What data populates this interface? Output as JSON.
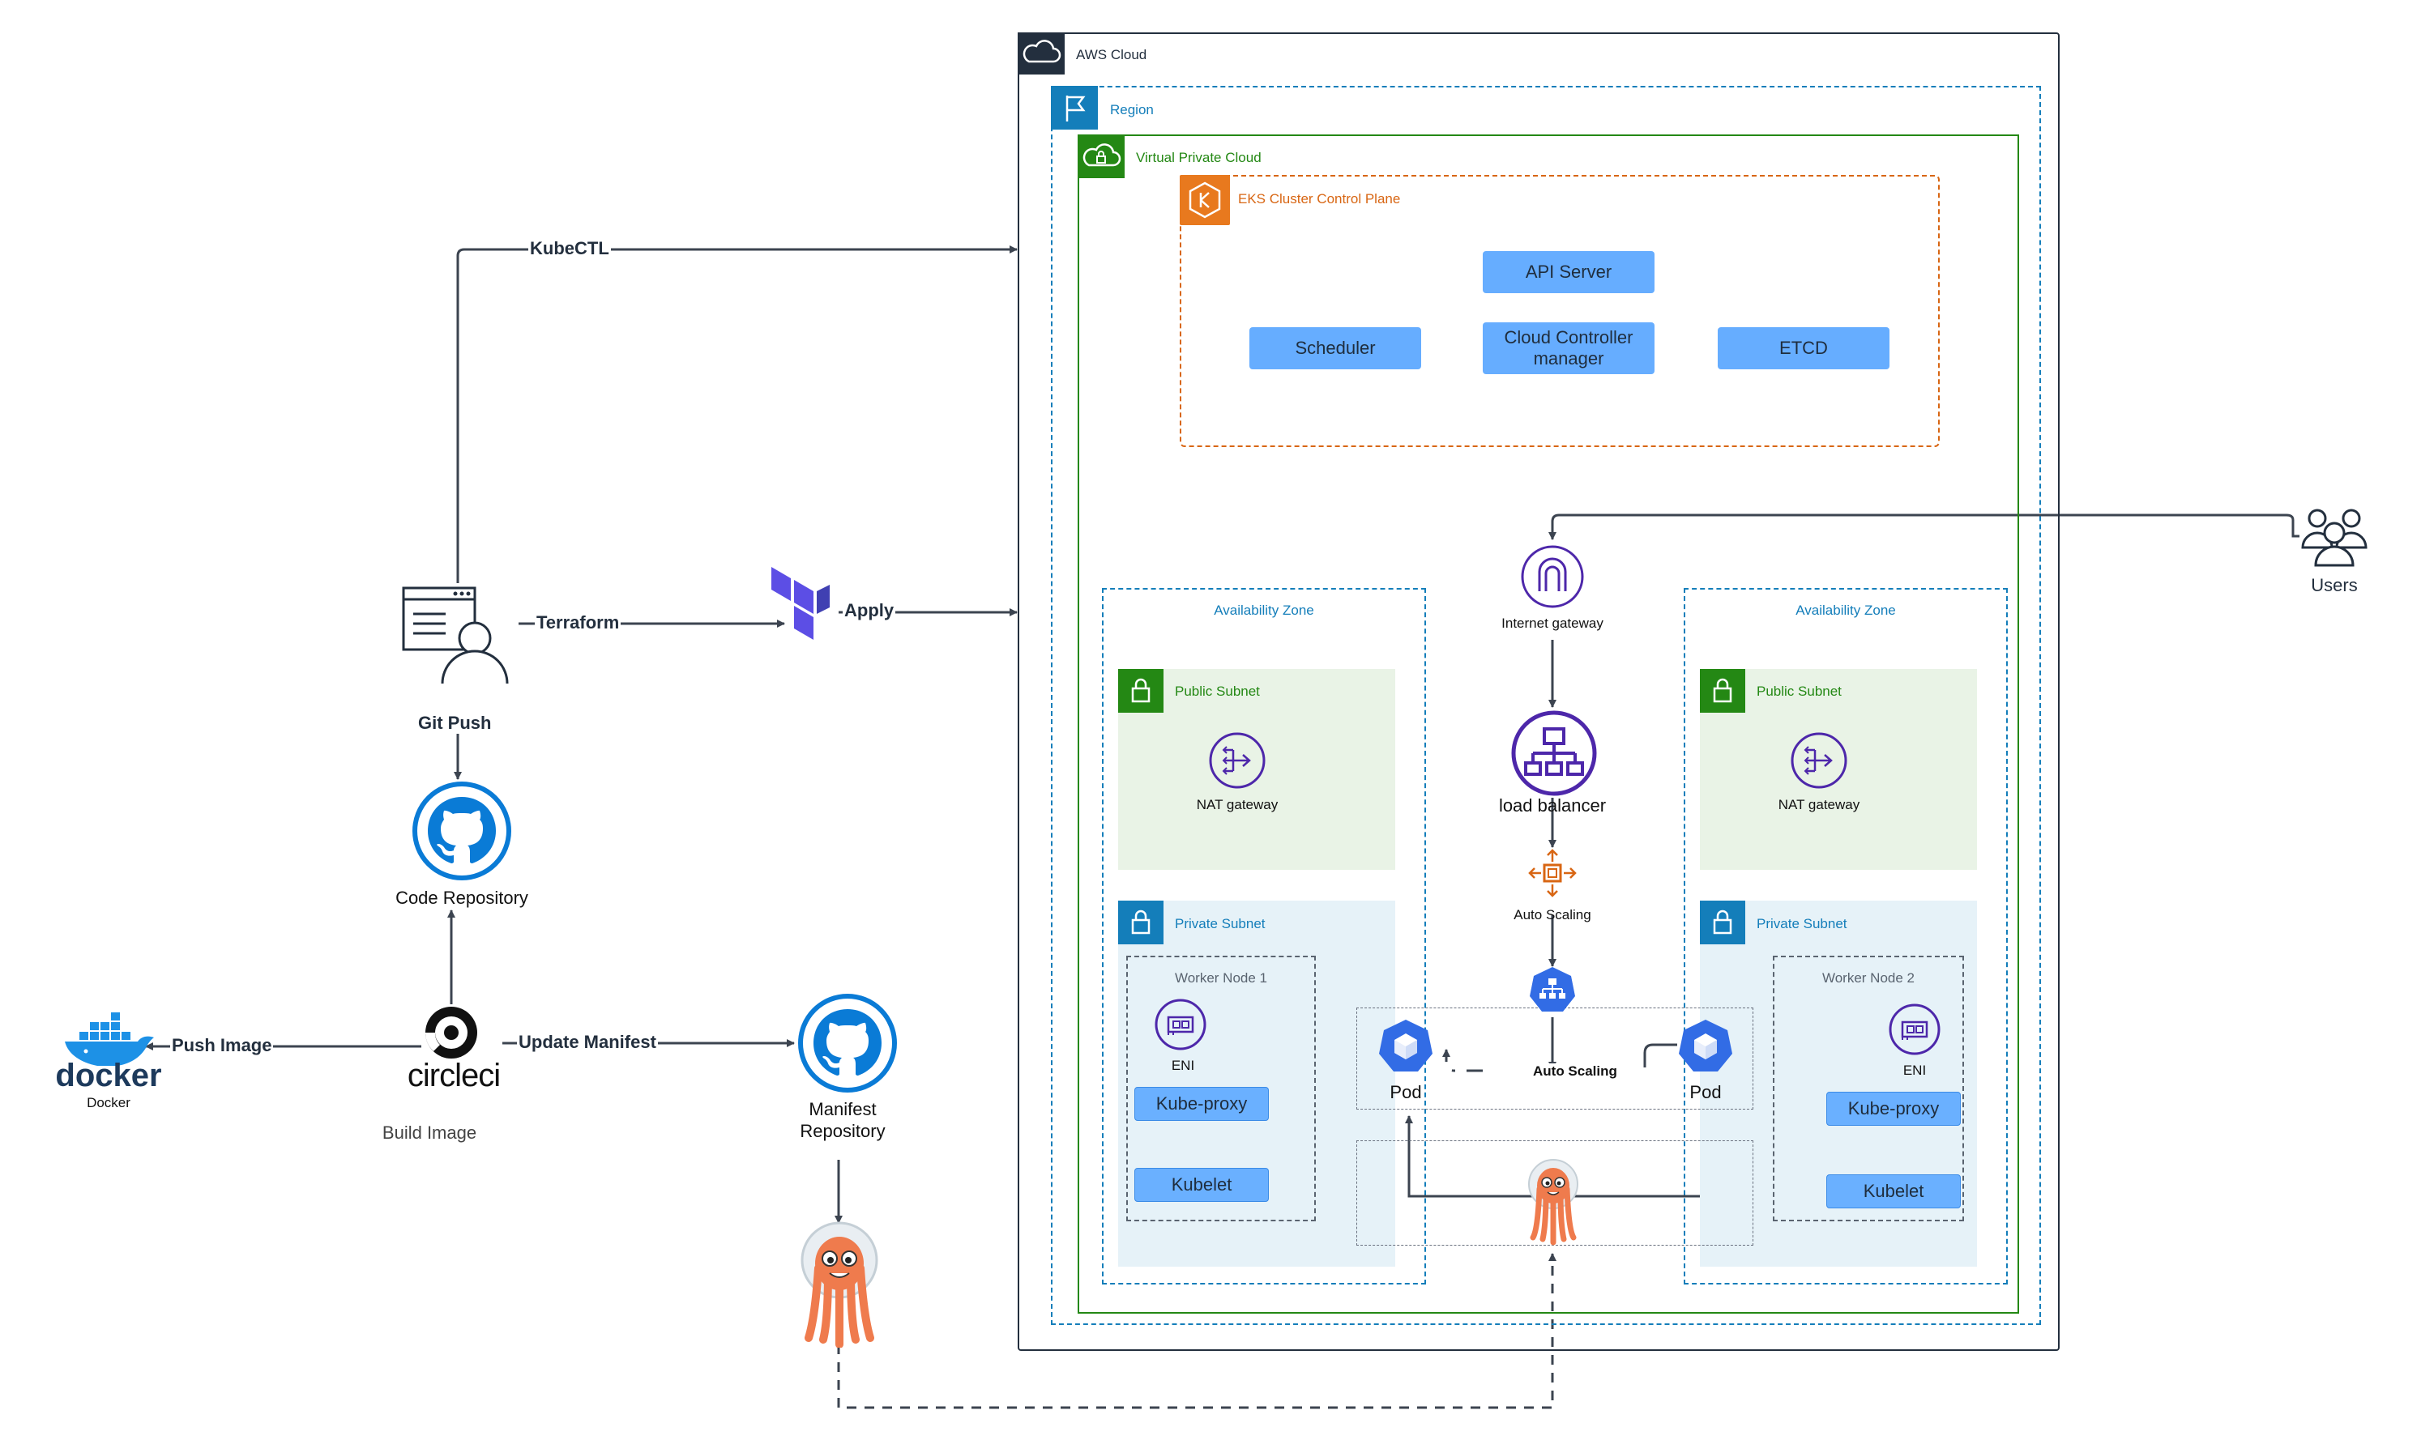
{
  "groups": {
    "aws_cloud": "AWS Cloud",
    "region": "Region",
    "vpc": "Virtual Private Cloud",
    "eks": "EKS Cluster Control Plane",
    "az_left": "Availability Zone",
    "az_right": "Availability Zone",
    "public_subnet_left": "Public Subnet",
    "public_subnet_right": "Public Subnet",
    "private_subnet_left": "Private Subnet",
    "private_subnet_right": "Private Subnet",
    "worker_node_1": "Worker Node 1",
    "worker_node_2": "Worker Node 2"
  },
  "control_plane": {
    "api_server": "API Server",
    "scheduler": "Scheduler",
    "cloud_controller_line1": "Cloud Controller",
    "cloud_controller_line2": "manager",
    "etcd": "ETCD"
  },
  "nodes": {
    "internet_gateway": "Internet gateway",
    "load_balancer": "load balancer",
    "auto_scaling": "Auto Scaling",
    "nat_gateway_left": "NAT gateway",
    "nat_gateway_right": "NAT gateway",
    "eni_left": "ENI",
    "eni_right": "ENI",
    "kube_proxy_left": "Kube-proxy",
    "kube_proxy_right": "Kube-proxy",
    "kubelet_left": "Kubelet",
    "kubelet_right": "Kubelet",
    "pod_left": "Pod",
    "pod_right": "Pod",
    "users": "Users",
    "code_repository": "Code Repository",
    "manifest_repository_line1": "Manifest",
    "manifest_repository_line2": "Repository",
    "docker_logo": "docker",
    "docker_caption": "Docker",
    "circleci_logo": "circleci",
    "build_image": "Build Image"
  },
  "flows": {
    "kubectl": "KubeCTL",
    "terraform": "Terraform",
    "apply": "Apply",
    "git_push": "Git Push",
    "push_image": "Push Image",
    "update_manifest": "Update Manifest",
    "pod_auto_scaling": "Auto Scaling"
  },
  "colors": {
    "aws_border": "#232f3e",
    "region": "#147eba",
    "vpc": "#248814",
    "eks": "#d86613",
    "subnet_public_fill": "#e9f3e6",
    "subnet_private_fill": "#e6f2f8",
    "k8s_box": "#66adff",
    "github_blue": "#0a7bd6",
    "argo_orange": "#ef7b4d",
    "terraform_purple": "#5c4ee5",
    "elb_purple": "#4d27aa",
    "k8s_blue": "#326ce5"
  }
}
